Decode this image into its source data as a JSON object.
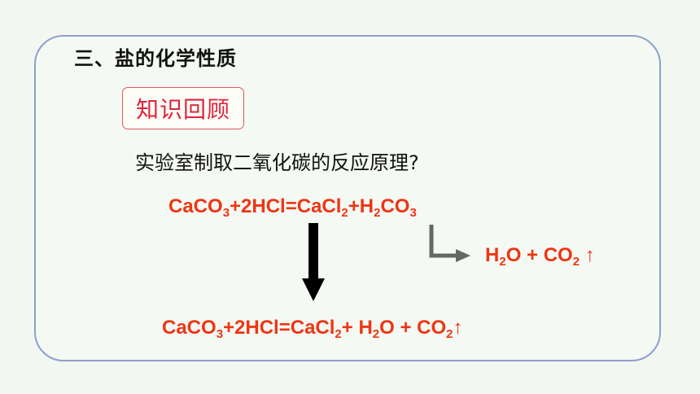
{
  "section": {
    "title": "三、盐的化学性质"
  },
  "badge": {
    "label": "知识回顾"
  },
  "question": {
    "text": "实验室制取二氧化碳的反应原理?"
  },
  "equation_top": {
    "p1": "CaCO",
    "s1": "3",
    "p2": "+2HCl=CaCl",
    "s2": "2",
    "p3": "+H",
    "s3": "2",
    "p4": "CO",
    "s4": "3"
  },
  "equation_side": {
    "p1": "H",
    "s1": "2",
    "p2": "O + CO",
    "s2": "2",
    "p3": " ↑"
  },
  "equation_bottom": {
    "p1": "CaCO",
    "s1": "3",
    "p2": "+2HCl=CaCl",
    "s2": "2",
    "p3": "+ H",
    "s3": "2",
    "p4": "O + CO",
    "s4": "2",
    "p5": "↑"
  },
  "colors": {
    "frame_border": "#8f9fce",
    "equation": "#ee3514",
    "badge_text": "#e0243a",
    "badge_border": "#e0555a",
    "down_arrow": "#000000",
    "bent_arrow": "#666666"
  },
  "icons": {
    "down_arrow": "arrow-down-icon",
    "bent_arrow": "arrow-bent-right-icon"
  }
}
